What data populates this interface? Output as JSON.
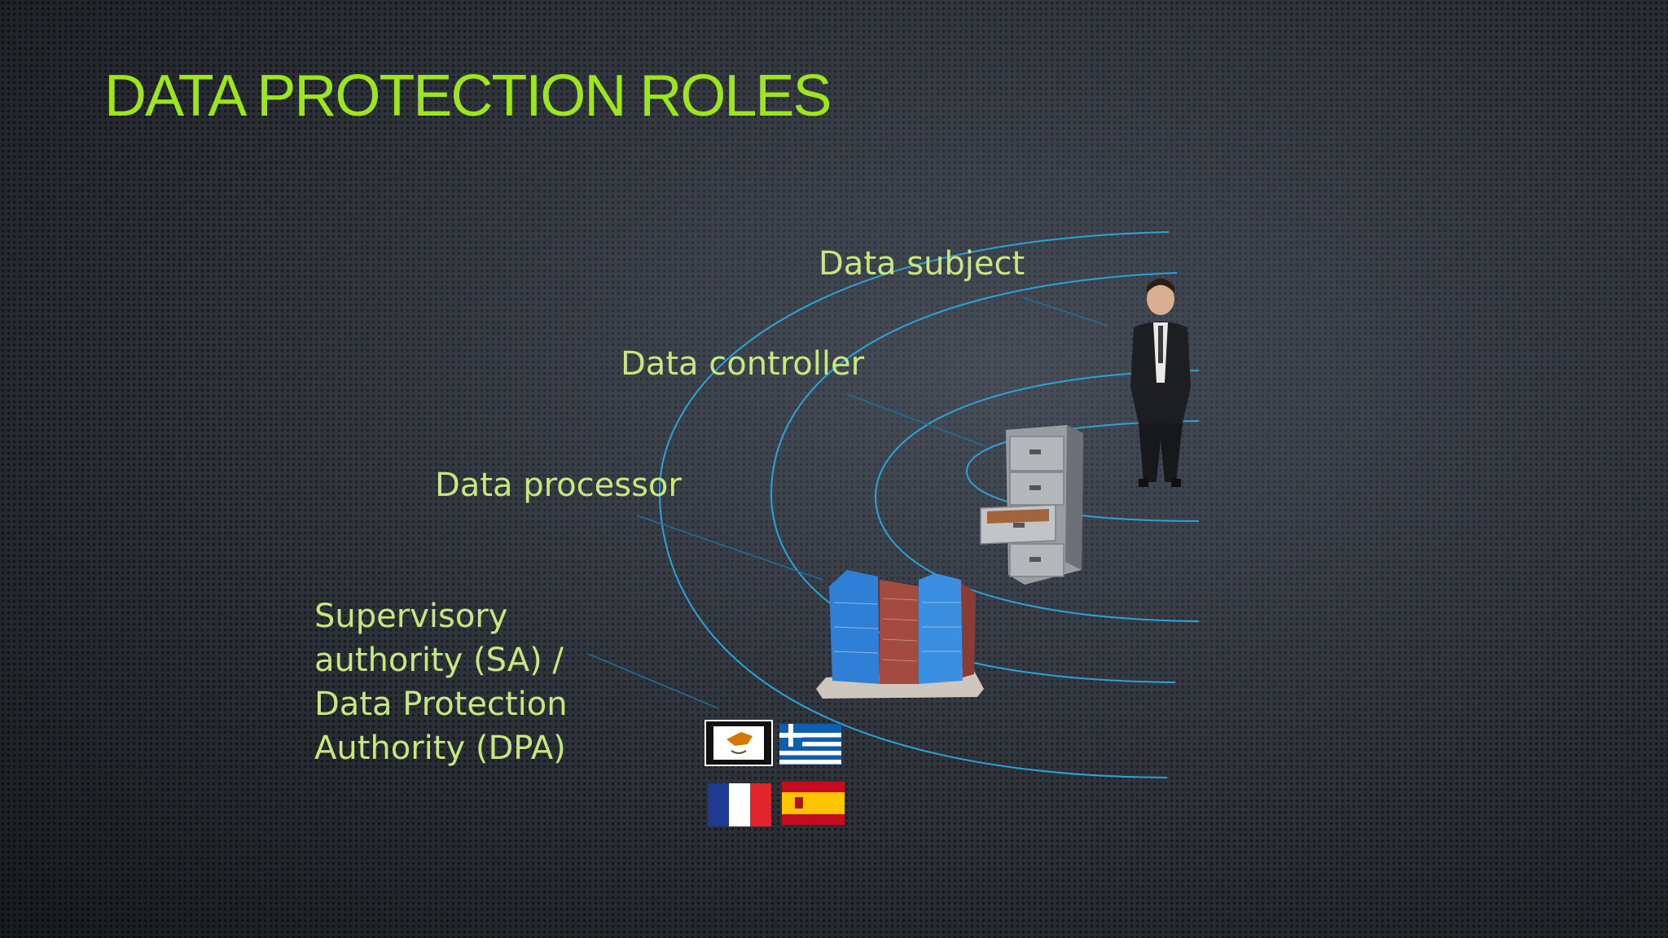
{
  "slide": {
    "title": "DATA PROTECTION ROLES"
  },
  "roles": {
    "subject": "Data subject",
    "controller": "Data controller",
    "processor": "Data processor",
    "supervisory": [
      "Supervisory",
      "authority (SA) /",
      "Data Protection",
      "Authority (DPA)"
    ]
  },
  "flags": [
    "cyprus-flag",
    "greece-flag",
    "france-flag",
    "spain-flag"
  ],
  "colors": {
    "title": "#9ee61c",
    "labels": "#c7e87e",
    "arcs": "#2aa4d8"
  }
}
